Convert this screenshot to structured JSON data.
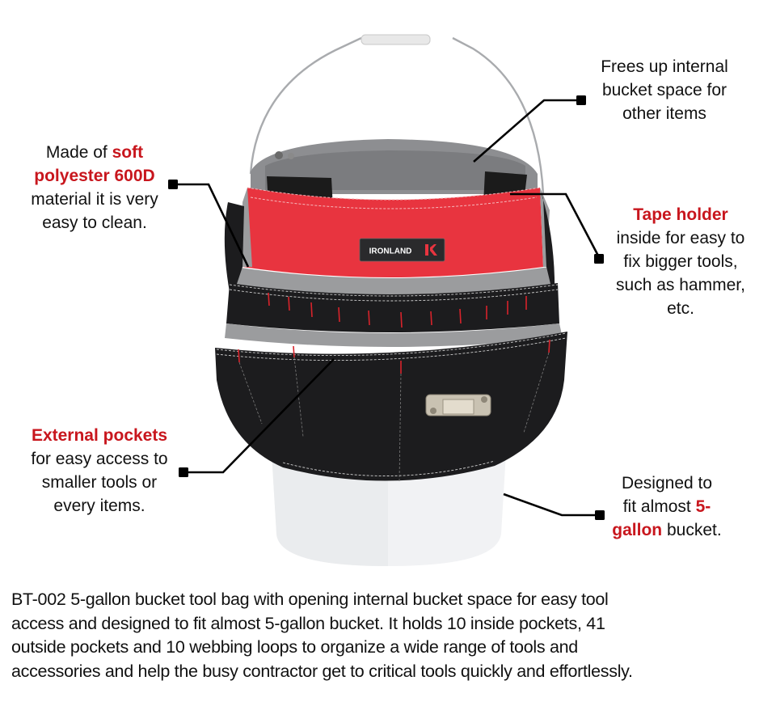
{
  "colors": {
    "highlight_red": "#c8161d",
    "bag_red": "#e8343f",
    "bag_gray": "#9b9c9e",
    "bag_black": "#1c1c1e",
    "bucket_white": "#f3f4f6",
    "text": "#111111"
  },
  "product": {
    "brand_label": "IRONLAND",
    "brand_icon": "ironland-logo-icon",
    "model": "BT-002"
  },
  "callouts": {
    "material": {
      "pre": "Made of ",
      "highlight": "soft polyester 600D",
      "post": "material it is very easy to clean.",
      "lines": [
        "Made of ",
        "soft",
        "polyester 600D",
        "material it is very",
        "easy to clean."
      ]
    },
    "internal_space": {
      "lines": [
        "Frees up internal",
        "bucket space for",
        "other items"
      ]
    },
    "tape_holder": {
      "highlight": "Tape holder",
      "lines": [
        "inside for easy to",
        "fix bigger tools,",
        "such as hammer,",
        "etc."
      ]
    },
    "external_pockets": {
      "highlight": "External pockets",
      "lines": [
        "for easy access to",
        "smaller tools or",
        "every items."
      ]
    },
    "bucket_fit": {
      "line1": "Designed to",
      "line2_pre": "fit almost ",
      "line2_highlight": "5-",
      "line3_highlight": "gallon",
      "line3_post": " bucket."
    }
  },
  "description": {
    "lines": [
      "BT-002 5-gallon bucket tool bag with opening internal bucket space for easy tool",
      "access and designed to fit almost 5-gallon bucket. It holds 10 inside pockets, 41",
      "outside pockets and 10 webbing loops to organize a wide range of tools and",
      "accessories and help the busy contractor get to critical tools quickly and effortlessly."
    ],
    "stats": {
      "inside_pockets": 10,
      "outside_pockets": 41,
      "webbing_loops": 10
    }
  }
}
